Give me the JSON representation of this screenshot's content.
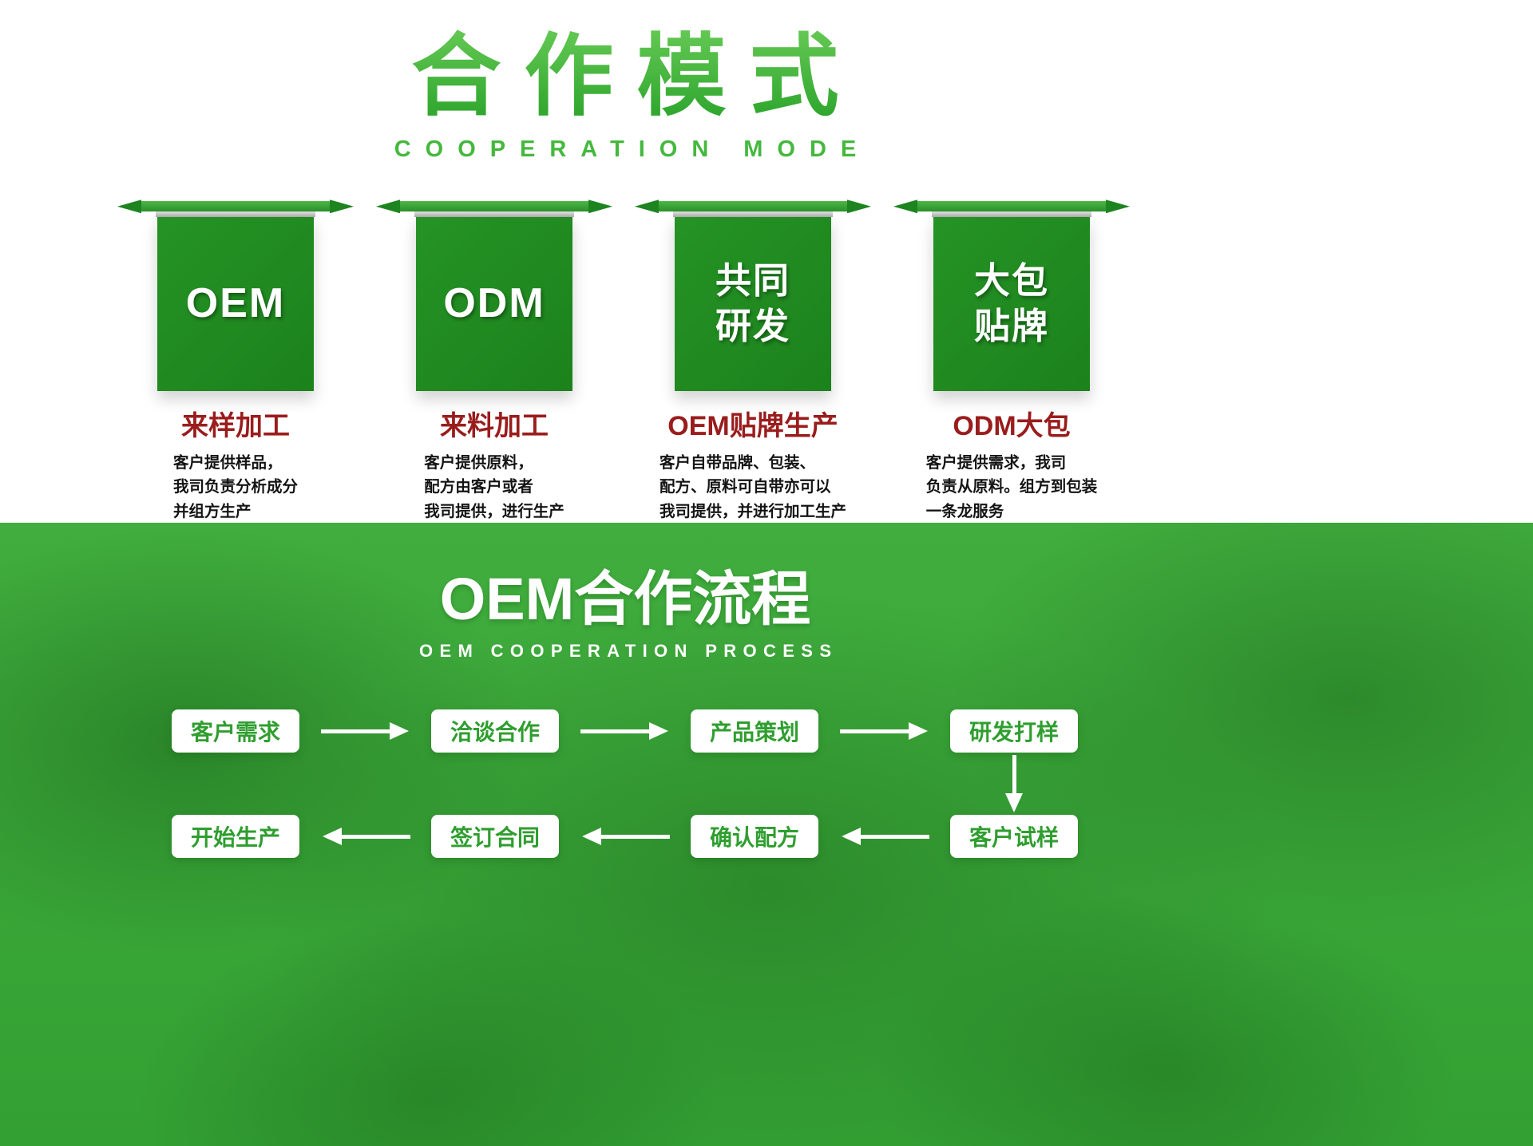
{
  "header": {
    "title": "合作模式",
    "subtitle": "COOPERATION MODE"
  },
  "modes": [
    {
      "flag_lines": [
        "OEM"
      ],
      "name": "来样加工",
      "desc_lines": [
        "客户提供样品，",
        "我司负责分析成分",
        "并组方生产"
      ]
    },
    {
      "flag_lines": [
        "ODM"
      ],
      "name": "来料加工",
      "desc_lines": [
        "客户提供原料，",
        "配方由客户或者",
        "我司提供，进行生产"
      ]
    },
    {
      "flag_lines": [
        "共同",
        "研发"
      ],
      "name": "OEM贴牌生产",
      "desc_lines": [
        "客户自带品牌、包装、",
        "配方、原料可自带亦可以",
        "我司提供，并进行加工生产"
      ]
    },
    {
      "flag_lines": [
        "大包",
        "贴牌"
      ],
      "name": "ODM大包",
      "desc_lines": [
        "客户提供需求，我司",
        "负责从原料。组方到包装",
        "一条龙服务"
      ]
    }
  ],
  "process": {
    "title": "OEM合作流程",
    "subtitle": "OEM COOPERATION PROCESS",
    "steps_row1": [
      "客户需求",
      "洽谈合作",
      "产品策划",
      "研发打样"
    ],
    "steps_row2": [
      "开始生产",
      "签订合同",
      "确认配方",
      "客户试样"
    ]
  },
  "colors": {
    "title_green": "#3fae3f",
    "flag_green": "#1f8c1f",
    "name_red": "#9a1c1c",
    "section_green": "#3aa83a",
    "box_text_green": "#2f9e2f"
  }
}
